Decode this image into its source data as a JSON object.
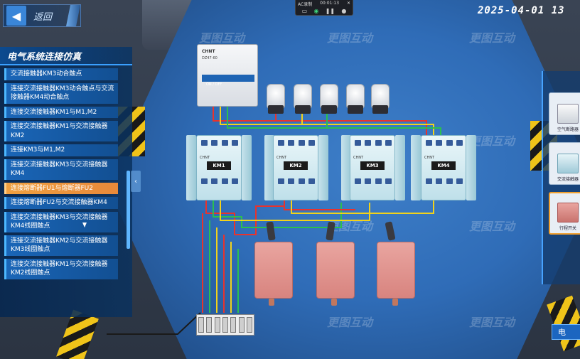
{
  "topbar": {
    "back_label": "返回",
    "datetime": "2025-04-01  13",
    "recorder": {
      "title": "AC录制",
      "time": "00:01:13"
    }
  },
  "left_panel": {
    "title": "电气系统连接仿真",
    "steps": [
      {
        "label": "交流接触器KM3动合触点",
        "active": false
      },
      {
        "label": "连接交流接触器KM3动合触点与交流接触器KM4动合触点",
        "active": false
      },
      {
        "label": "连接交流接触器KM1与M1,M2",
        "active": false
      },
      {
        "label": "连接交流接触器KM1与交流接触器KM2",
        "active": false
      },
      {
        "label": "连接KM3与M1,M2",
        "active": false
      },
      {
        "label": "连接交流接触器KM3与交流接触器KM4",
        "active": false
      },
      {
        "label": "连接熔断器FU1与熔断器FU2",
        "active": true
      },
      {
        "label": "连接熔断器FU2与交流接触器KM4",
        "active": false
      },
      {
        "label": "连接交流接触器KM3与交流接触器KM4线圈触点",
        "active": false
      },
      {
        "label": "连接交流接触器KM2与交流接触器KM3线圈触点",
        "active": false
      },
      {
        "label": "连接交流接触器KM1与交流接触器KM2线圈触点",
        "active": false
      }
    ]
  },
  "contactors": [
    "KM1",
    "KM2",
    "KM3",
    "KM4"
  ],
  "breaker": {
    "brand": "CHNT",
    "model": "DZ47-60",
    "switch_text": "ON / OFF"
  },
  "right_palette": [
    {
      "label": "空气断路器",
      "selected": false
    },
    {
      "label": "交流接触器",
      "selected": false
    },
    {
      "label": "行程开关",
      "selected": true
    }
  ],
  "bottom_right_label": "电",
  "watermark": {
    "text": "更图互动"
  },
  "colors": {
    "floor": "#2f6cb7",
    "accent": "#3aa0ff",
    "active_step": "#e8893a",
    "wire_red": "#e8332d",
    "wire_yellow": "#f2d21a",
    "wire_green": "#2cbf4f"
  }
}
